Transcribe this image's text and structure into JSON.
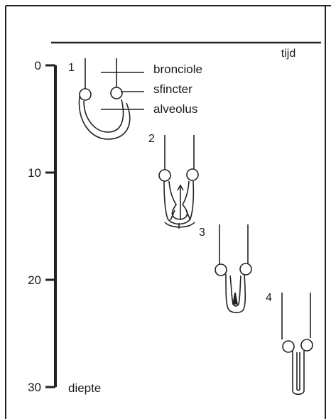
{
  "figure": {
    "time_label": "tijd",
    "depth_label": "diepte",
    "depth_ticks": [
      "0",
      "10",
      "20",
      "30"
    ],
    "structure_labels": {
      "bronchiole": "bronciole",
      "sphincter": "sfincter",
      "alveolus": "alveolus"
    },
    "stages": [
      "1",
      "2",
      "3",
      "4"
    ]
  }
}
